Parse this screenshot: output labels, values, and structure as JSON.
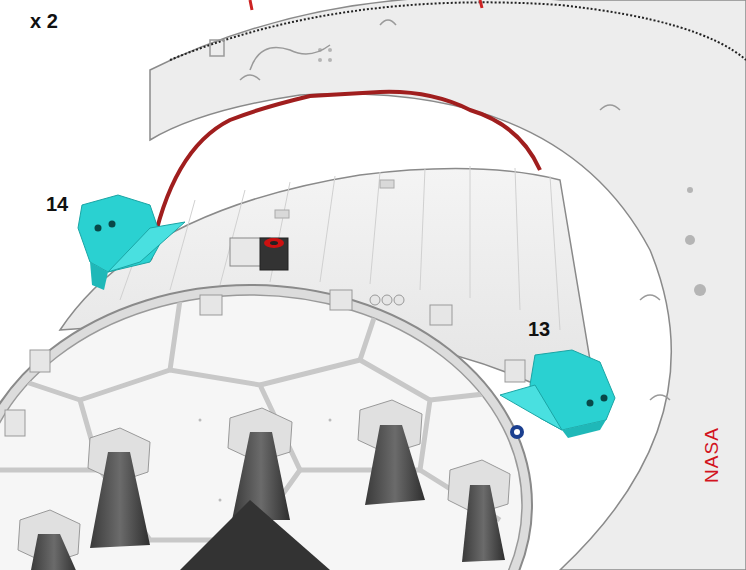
{
  "diagram": {
    "labels": [
      "x 2",
      "14",
      "13",
      "NASA"
    ]
  }
}
